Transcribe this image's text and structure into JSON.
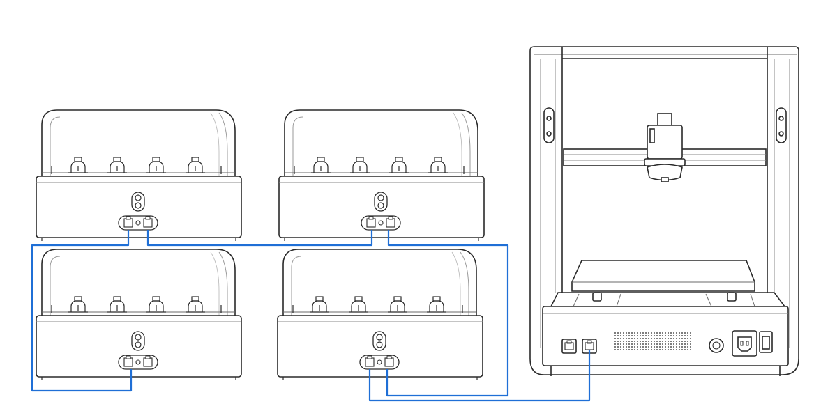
{
  "diagram": {
    "description_text": "",
    "colors": {
      "outline": "#2a2a2a",
      "light_line": "#8a8a8a",
      "cable": "#1f6fd6",
      "background": "#ffffff"
    },
    "units": [
      {
        "id": "unit-1",
        "name": "",
        "ports_used": [
          "out",
          "in"
        ]
      },
      {
        "id": "unit-2",
        "name": "",
        "ports_used": [
          "out",
          "in"
        ]
      },
      {
        "id": "unit-3",
        "name": "",
        "ports_used": [
          "out"
        ]
      },
      {
        "id": "unit-4",
        "name": "",
        "ports_used": [
          "out",
          "in"
        ]
      }
    ],
    "printer": {
      "id": "printer",
      "name": "",
      "ports_used": [
        "port-2"
      ]
    },
    "icons": [
      "status-led-icon",
      "rj45-port-icon",
      "power-socket-icon",
      "power-switch-icon",
      "speaker-grill-icon",
      "round-connector-icon"
    ]
  }
}
